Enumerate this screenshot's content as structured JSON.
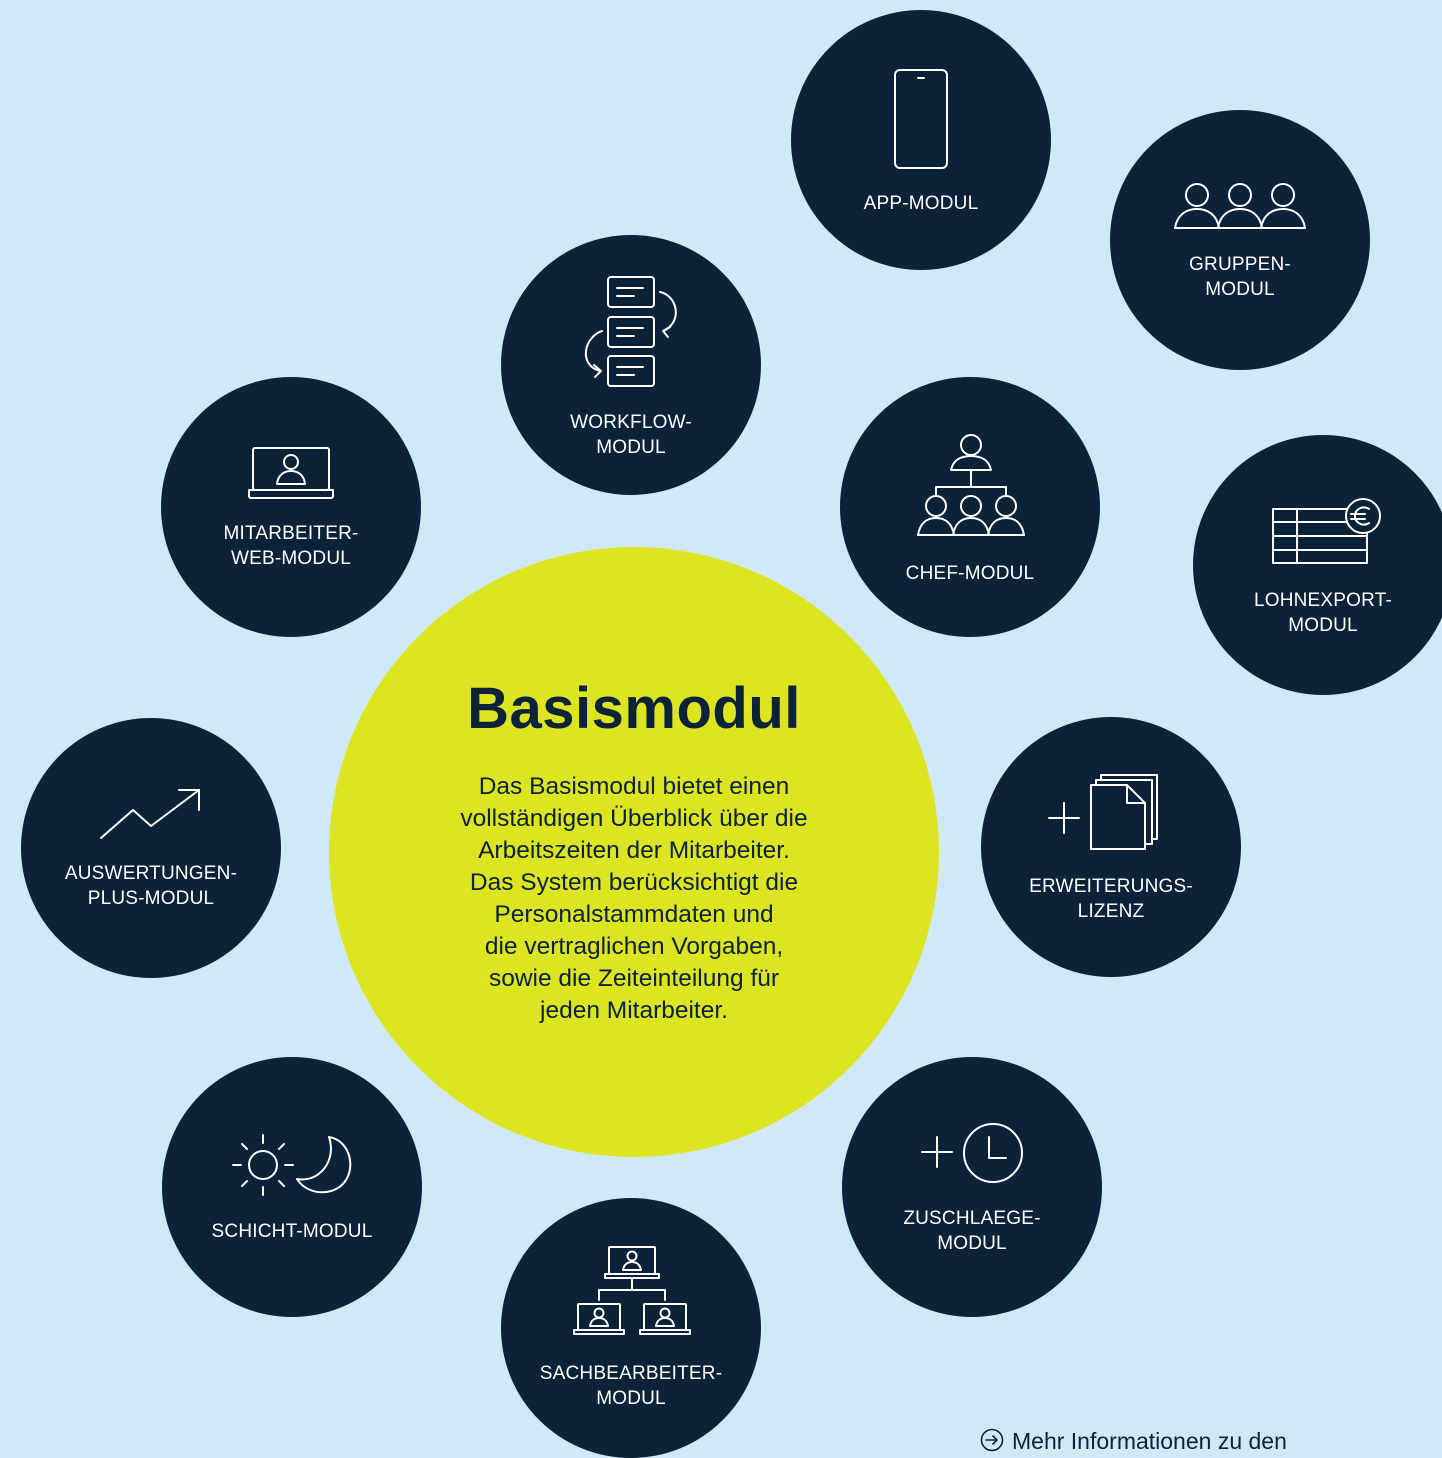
{
  "basis": {
    "title": "Basismodul",
    "description": "Das Basismodul bietet einen\nvollständigen Überblick über die\nArbeitszeiten der Mitarbeiter.\nDas System berücksichtigt die\nPersonalstammdaten und\ndie vertraglichen Vorgaben,\nsowie die Zeiteinteilung für\njeden Mitarbeiter."
  },
  "modules": {
    "app": {
      "label": "APP-MODUL",
      "icon": "smartphone-icon"
    },
    "gruppen": {
      "label": "GRUPPEN-\nMODUL",
      "icon": "group-icon"
    },
    "workflow": {
      "label": "WORKFLOW-\nMODUL",
      "icon": "workflow-icon"
    },
    "mitarbeiter_web": {
      "label": "MITARBEITER-\nWEB-MODUL",
      "icon": "laptop-user-icon"
    },
    "chef": {
      "label": "CHEF-MODUL",
      "icon": "org-chart-icon"
    },
    "lohnexport": {
      "label": "LOHNEXPORT-\nMODUL",
      "icon": "table-euro-icon"
    },
    "auswertungen": {
      "label": "AUSWERTUNGEN-\nPLUS-MODUL",
      "icon": "trend-up-icon"
    },
    "erweiterung": {
      "label": "ERWEITERUNGS-\nLIZENZ",
      "icon": "add-documents-icon"
    },
    "schicht": {
      "label": "SCHICHT-MODUL",
      "icon": "sun-moon-icon"
    },
    "zuschlaege": {
      "label": "ZUSCHLAEGE-\nMODUL",
      "icon": "add-clock-icon"
    },
    "sachbearbeiter": {
      "label": "SACHBEARBEITER-\nMODUL",
      "icon": "laptop-hierarchy-icon"
    }
  },
  "more_link": {
    "label": "Mehr Informationen zu den",
    "icon": "arrow-circle-right-icon"
  },
  "colors": {
    "background": "#d0e9f9",
    "node": "#0b2238",
    "basis": "#dde521",
    "text_light": "#ffffff"
  }
}
